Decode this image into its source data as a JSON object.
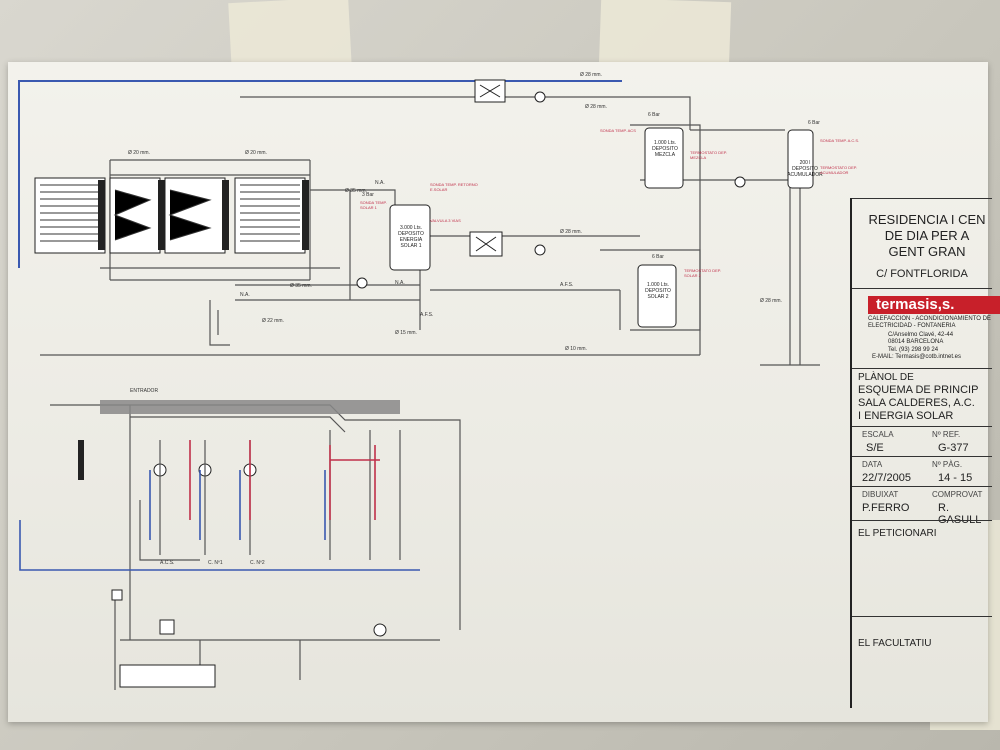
{
  "titleblock": {
    "title_lines": [
      "RESIDENCIA I CEN",
      "DE DIA PER A",
      "GENT GRAN"
    ],
    "address": "C/ FONTFLORIDA",
    "company": "termasis,s.",
    "company_lines": [
      "CALEFACCION - ACONDICIONAMIENTO DE",
      "ELECTRICIDAD - FONTANERIA",
      "C/Anselmo Clavé, 42-44",
      "08014 BARCELONA",
      "Tel. (93) 298 99 24",
      "E-MAIL: Termasis@cotb.intnet.es"
    ],
    "plan_label": "PLÀNOL DE",
    "plan_lines": [
      "ESQUEMA DE PRINCIP",
      "SALA CALDERES, A.C.",
      "I ENERGIA SOLAR"
    ],
    "escala_label": "ESCALA",
    "escala_value": "S/E",
    "nref_label": "Nº REF.",
    "nref_value": "G-377",
    "data_label": "DATA",
    "data_value": "22/7/2005",
    "npag_label": "Nº PÀG.",
    "npag_value": "14 - 15",
    "dibuixat_label": "DIBUIXAT",
    "dibuixat_value": "P.FERRO",
    "comprovat_label": "COMPROVAT",
    "comprovat_value": "R. GASULL",
    "peticionari_label": "EL PETICIONARI",
    "facultatiu_label": "EL FACULTATIU"
  },
  "diagram": {
    "deposits": [
      {
        "capacity": "3.000 Lts.",
        "name": "DEPOSITO ENERGIA SOLAR 1"
      },
      {
        "capacity": "1.000 Lts.",
        "name": "DEPOSITO MEZCLA"
      },
      {
        "capacity": "1.000 Lts.",
        "name": "DEPOSITO SOLAR 2"
      },
      {
        "capacity": "200 l",
        "name": "DEPOSITO ACUMULADOR"
      }
    ],
    "pipe_labels": [
      "Ø 28 mm.",
      "Ø 28 mm.",
      "Ø 28 mm.",
      "Ø 20 mm.",
      "Ø 20 mm.",
      "Ø 35 mm.",
      "Ø 35 mm.",
      "Ø 22 mm.",
      "Ø 15 mm.",
      "Ø 10 mm.",
      "Ø 28 mm."
    ],
    "pressure_labels": [
      "6 Bar",
      "6 Bar",
      "6 Bar",
      "3 Bar"
    ],
    "misc_labels": [
      "A.F.S.",
      "A.F.S.",
      "N.A.",
      "N.A.",
      "N.A.",
      "A.C.S.",
      "C. Nº1",
      "C. Nº2",
      "ENTRADOR"
    ],
    "red_notes": [
      "SONDA TEMP. RETORNO E.SOLAR",
      "SONDA TEMP. SOLAR 1",
      "TERMOSTATO DEP. MEZCLA",
      "SONDA TEMP. ACS",
      "TERMOSTATO DEP. SOLAR 2",
      "VALVULA 3 VIAS",
      "SONDA TEMP. A.C.S.",
      "TERMOSTATO DEP. ACUMULADOR"
    ]
  }
}
